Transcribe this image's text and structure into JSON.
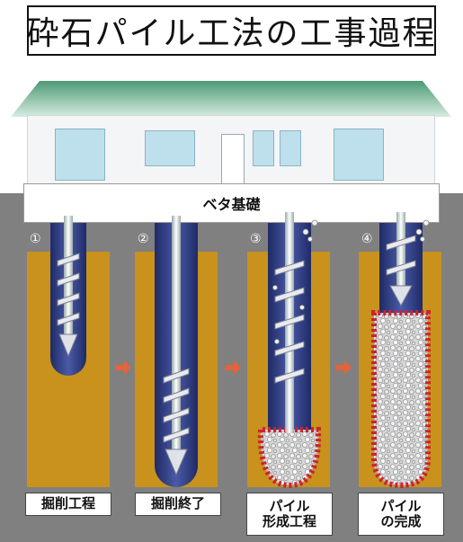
{
  "title": "砕石パイル工法の工事過程",
  "foundation_label": "ベタ基礎",
  "steps": [
    {
      "number": "①",
      "label": "掘削工程"
    },
    {
      "number": "②",
      "label": "掘削終了"
    },
    {
      "number": "③",
      "label_line1": "パイル",
      "label_line2": "形成工程"
    },
    {
      "number": "④",
      "label_line1": "パイル",
      "label_line2": "の完成"
    }
  ],
  "colors": {
    "soil": "#c8921c",
    "ground": "#808080",
    "roof": "#5aa681",
    "bore": "#2f3a78",
    "gravel_bulb_border": "#cc2233"
  }
}
